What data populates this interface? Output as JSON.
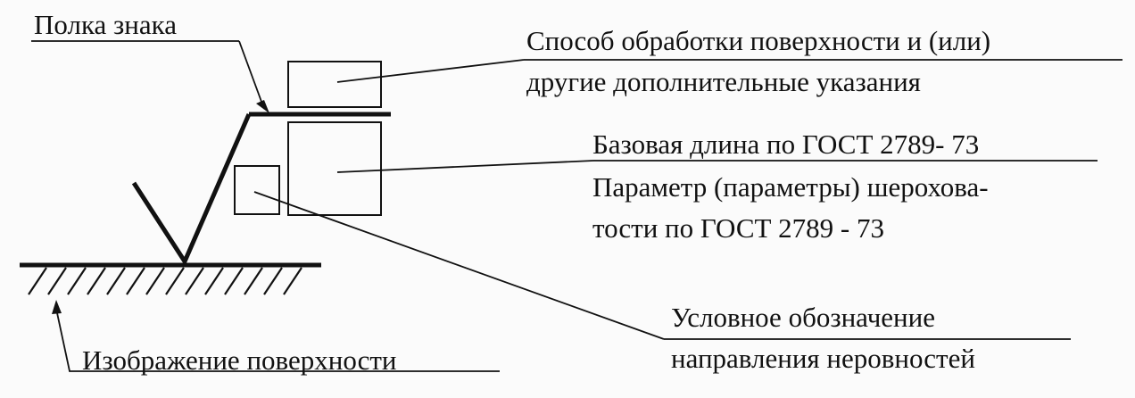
{
  "labels": {
    "shelf": "Полка знака",
    "processing_line1": "Способ обработки поверхности и (или)",
    "processing_line2": "другие дополнительные указания",
    "base_length": "Базовая длина по ГОСТ 2789- 73",
    "roughness_line1": "Параметр (параметры) шерохова-",
    "roughness_line2": "тости по ГОСТ 2789 - 73",
    "direction_line1": "Условное обозначение",
    "direction_line2": "направления неровностей",
    "surface": "Изображение поверхности"
  },
  "colors": {
    "ink": "#111111",
    "paper": "#fbfbfb"
  }
}
